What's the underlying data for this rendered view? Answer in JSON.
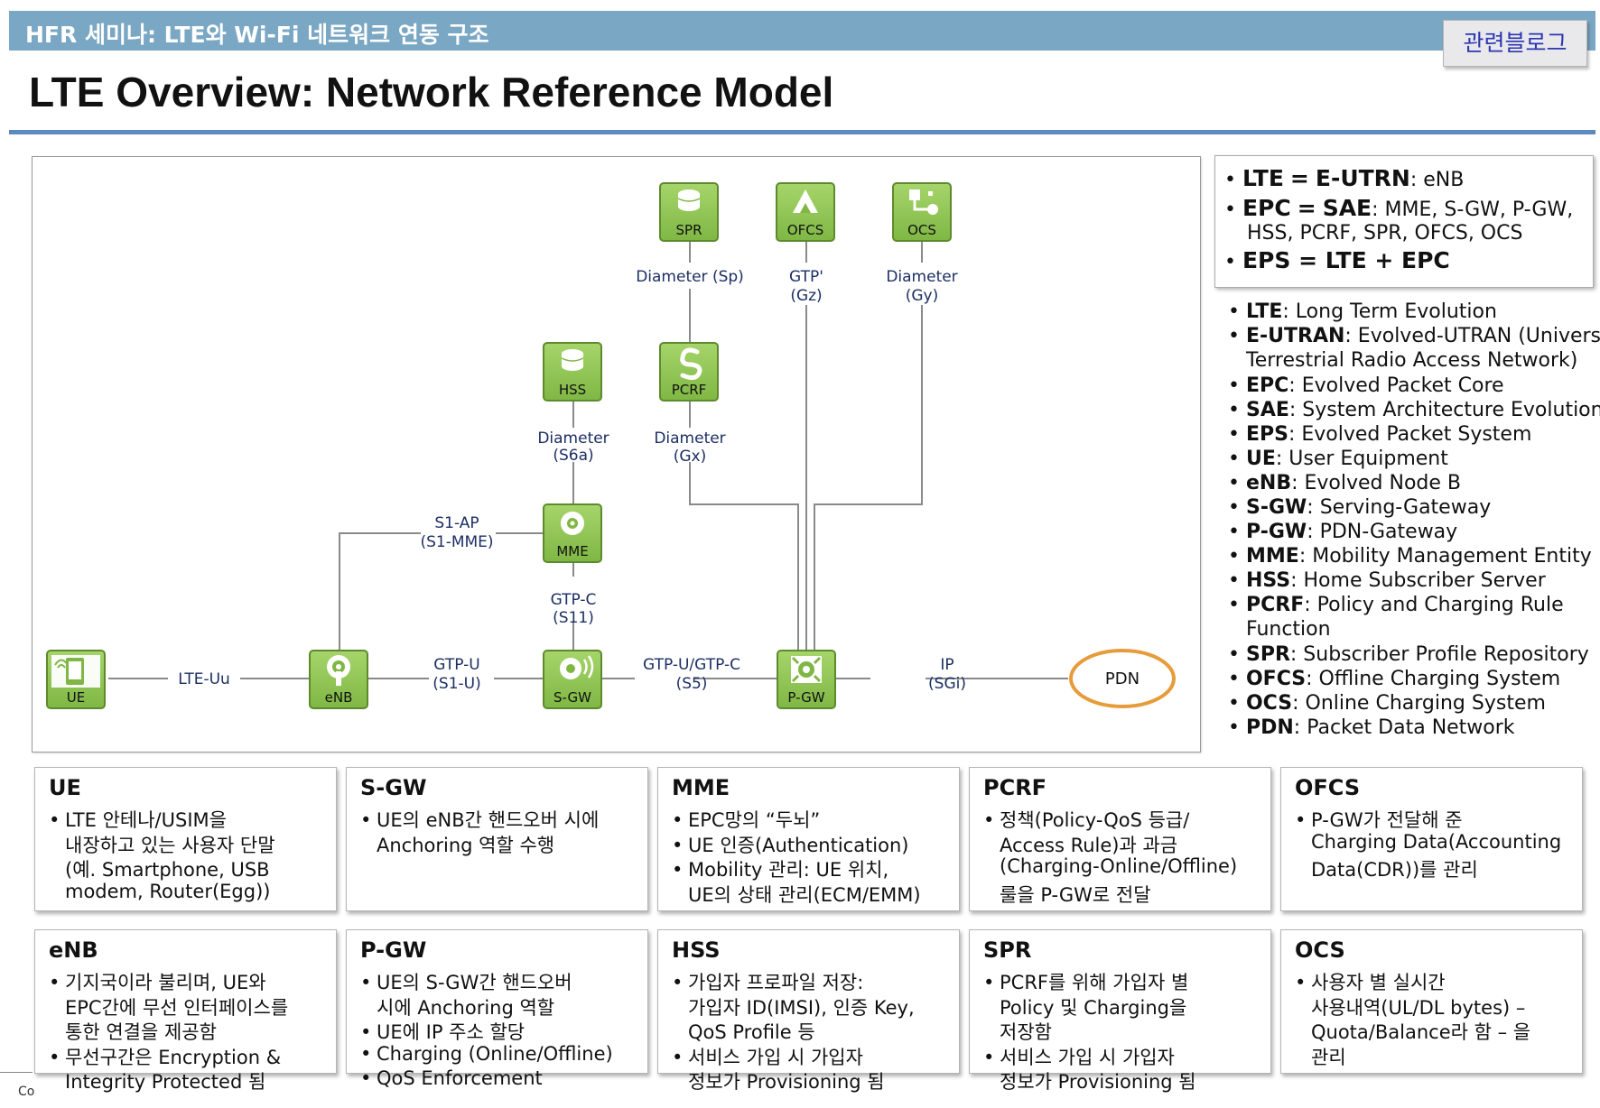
{
  "header": {
    "seminar_title": "HFR 세미나: LTE와 Wi-Fi 네트워크 연동 구조",
    "blog_button": "관련블로그",
    "page_title": "LTE Overview: Network Reference Model"
  },
  "diagram": {
    "nodes": {
      "ue": "UE",
      "enb": "eNB",
      "sgw": "S-GW",
      "pgw": "P-GW",
      "mme": "MME",
      "hss": "HSS",
      "pcrf": "PCRF",
      "spr": "SPR",
      "ofcs": "OFCS",
      "ocs": "OCS",
      "pdn": "PDN"
    },
    "connections": {
      "lte_uu": "LTE-Uu",
      "s1u_a": "GTP-U",
      "s1u_b": "(S1-U)",
      "s5_a": "GTP-U/GTP-C",
      "s5_b": "(S5)",
      "sgi_a": "IP",
      "sgi_b": "(SGi)",
      "s1mme_a": "S1-AP",
      "s1mme_b": "(S1-MME)",
      "s11_a": "GTP-C",
      "s11_b": "(S11)",
      "s6a_a": "Diameter",
      "s6a_b": "(S6a)",
      "gx_a": "Diameter",
      "gx_b": "(Gx)",
      "sp": "Diameter (Sp)",
      "gz_a": "GTP'",
      "gz_b": "(Gz)",
      "gy_a": "Diameter",
      "gy_b": "(Gy)"
    },
    "colors": {
      "node_fill": "#8dc153",
      "node_border": "#5e8a2e",
      "pdn_ring": "#e79c3b",
      "line": "#8a8a8a"
    }
  },
  "summary": {
    "line1_term": "LTE",
    "line1_eq": "=",
    "line1_term2": "E-UTRN",
    "line1_rest": ": eNB",
    "line2_term": "EPC",
    "line2_eq": "=",
    "line2_term2": "SAE",
    "line2_rest": ": MME, S-GW, P-GW,",
    "line2_cont": "HSS, PCRF, SPR, OFCS, OCS",
    "line3": "EPS = LTE + EPC"
  },
  "abbreviations": [
    {
      "term": "LTE",
      "def": ": Long Term Evolution"
    },
    {
      "term": "E-UTRAN",
      "def": ": Evolved-UTRAN (Universal",
      "cont": "Terrestrial Radio Access Network)"
    },
    {
      "term": "EPC",
      "def": ": Evolved Packet Core"
    },
    {
      "term": "SAE",
      "def": ": System Architecture Evolution"
    },
    {
      "term": "EPS",
      "def": ": Evolved Packet System"
    },
    {
      "term": "UE",
      "def": ": User Equipment"
    },
    {
      "term": "eNB",
      "def": ": Evolved Node B"
    },
    {
      "term": "S-GW",
      "def": ": Serving-Gateway"
    },
    {
      "term": "P-GW",
      "def": ": PDN-Gateway"
    },
    {
      "term": "MME",
      "def": ": Mobility Management Entity"
    },
    {
      "term": "HSS",
      "def": ": Home Subscriber Server"
    },
    {
      "term": "PCRF",
      "def": ": Policy and Charging Rule",
      "cont": "Function"
    },
    {
      "term": "SPR",
      "def": ": Subscriber Profile Repository"
    },
    {
      "term": "OFCS",
      "def": ": Offline Charging System"
    },
    {
      "term": "OCS",
      "def": ": Online Charging System"
    },
    {
      "term": "PDN",
      "def": ": Packet Data Network"
    }
  ],
  "cards": [
    {
      "title": "UE",
      "lines": [
        {
          "b": true,
          "t": "LTE 안테나/USIM을"
        },
        {
          "b": false,
          "t": "내장하고 있는 사용자 단말"
        },
        {
          "b": false,
          "t": "(예. Smartphone, USB"
        },
        {
          "b": false,
          "t": "modem, Router(Egg))"
        }
      ]
    },
    {
      "title": "S-GW",
      "lines": [
        {
          "b": true,
          "t": "UE의 eNB간 핸드오버 시에"
        },
        {
          "b": false,
          "t": "Anchoring 역할 수행"
        }
      ]
    },
    {
      "title": "MME",
      "lines": [
        {
          "b": true,
          "t": "EPC망의 “두뇌”"
        },
        {
          "b": true,
          "t": "UE 인증(Authentication)"
        },
        {
          "b": true,
          "t": "Mobility 관리: UE 위치,"
        },
        {
          "b": false,
          "t": "UE의 상태 관리(ECM/EMM)"
        }
      ]
    },
    {
      "title": "PCRF",
      "lines": [
        {
          "b": true,
          "t": "정책(Policy-QoS 등급/"
        },
        {
          "b": false,
          "t": "Access Rule)과 과금"
        },
        {
          "b": false,
          "t": "(Charging-Online/Offline)"
        },
        {
          "b": false,
          "t": "룰을 P-GW로 전달"
        }
      ]
    },
    {
      "title": "OFCS",
      "lines": [
        {
          "b": true,
          "t": "P-GW가 전달해 준"
        },
        {
          "b": false,
          "t": "Charging Data(Accounting"
        },
        {
          "b": false,
          "t": "Data(CDR))를 관리"
        }
      ]
    },
    {
      "title": "eNB",
      "lines": [
        {
          "b": true,
          "t": "기지국이라 불리며, UE와"
        },
        {
          "b": false,
          "t": "EPC간에 무선 인터페이스를"
        },
        {
          "b": false,
          "t": "통한 연결을 제공함"
        },
        {
          "b": true,
          "t": "무선구간은 Encryption &"
        },
        {
          "b": false,
          "t": "Integrity Protected 됨"
        }
      ]
    },
    {
      "title": "P-GW",
      "lines": [
        {
          "b": true,
          "t": "UE의 S-GW간 핸드오버"
        },
        {
          "b": false,
          "t": "시에 Anchoring 역할"
        },
        {
          "b": true,
          "t": "UE에 IP 주소 할당"
        },
        {
          "b": true,
          "t": "Charging (Online/Offline)"
        },
        {
          "b": true,
          "t": "QoS Enforcement"
        }
      ]
    },
    {
      "title": "HSS",
      "lines": [
        {
          "b": true,
          "t": "가입자 프로파일 저장:"
        },
        {
          "b": false,
          "t": "가입자 ID(IMSI), 인증 Key,"
        },
        {
          "b": false,
          "t": "QoS Profile 등"
        },
        {
          "b": true,
          "t": "서비스 가입 시 가입자"
        },
        {
          "b": false,
          "t": "정보가 Provisioning 됨"
        }
      ]
    },
    {
      "title": "SPR",
      "lines": [
        {
          "b": true,
          "t": "PCRF를 위해 가입자 별"
        },
        {
          "b": false,
          "t": "Policy 및 Charging을"
        },
        {
          "b": false,
          "t": "저장함"
        },
        {
          "b": true,
          "t": "서비스 가입 시 가입자"
        },
        {
          "b": false,
          "t": "정보가 Provisioning 됨"
        }
      ]
    },
    {
      "title": "OCS",
      "lines": [
        {
          "b": true,
          "t": "사용자 별 실시간"
        },
        {
          "b": false,
          "t": "사용내역(UL/DL bytes) –"
        },
        {
          "b": false,
          "t": "Quota/Balance라 함 – 을"
        },
        {
          "b": false,
          "t": "관리"
        }
      ]
    }
  ],
  "footer": {
    "fragment": "Co"
  }
}
